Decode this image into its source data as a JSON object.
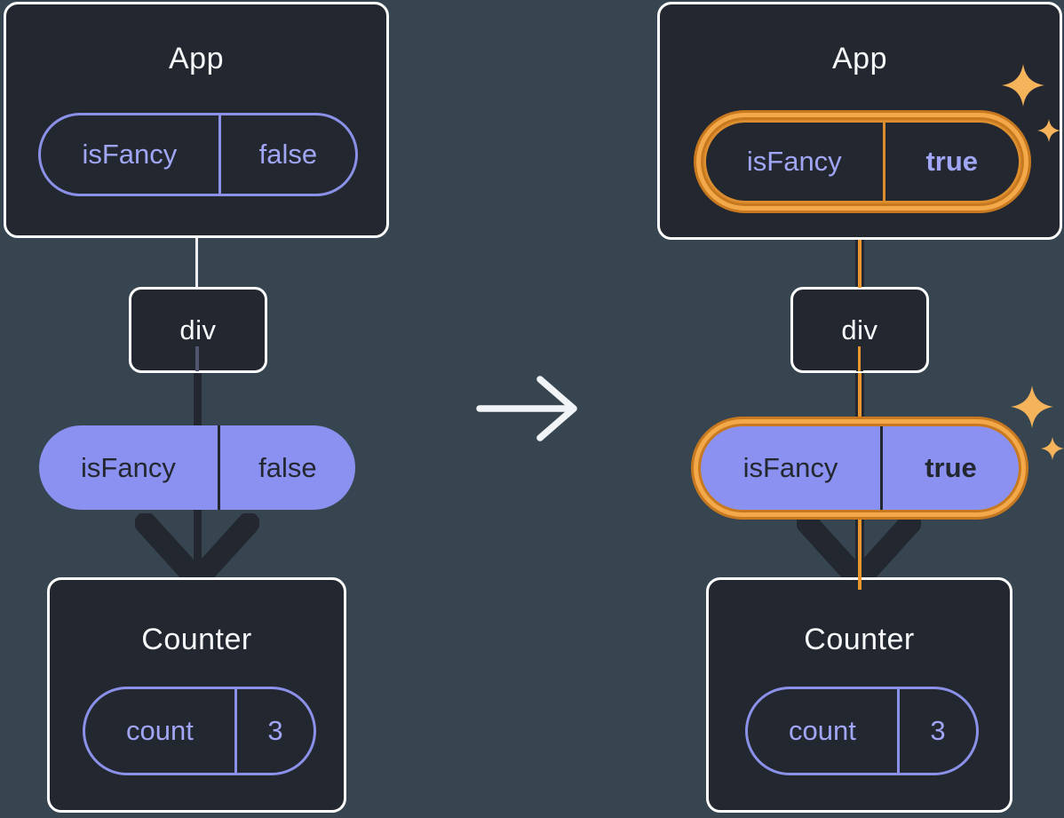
{
  "colors": {
    "background": "#36454F",
    "node_fill": "#23272F",
    "node_border": "#FFFFFF",
    "purple_outline": "#8B91E9",
    "purple_text": "#A0A6F5",
    "purple_fill": "#8B91F0",
    "dark_text": "#23272F",
    "highlight_orange": "#E8962E",
    "ring_amber": "#F3A94A",
    "ring_dark_orange": "#C8791F",
    "sparkle_orange": "#F5B45C",
    "white_arrow": "#F2F5F7"
  },
  "icons": {
    "transition": "arrow-right-icon",
    "highlight": "sparkle-icon",
    "flow": "arrowhead-down-icon"
  },
  "before_tree": {
    "app": {
      "title": "App",
      "state": {
        "label": "isFancy",
        "value": "false"
      }
    },
    "div": {
      "title": "div"
    },
    "prop": {
      "label": "isFancy",
      "value": "false"
    },
    "counter": {
      "title": "Counter",
      "state": {
        "label": "count",
        "value": "3"
      }
    }
  },
  "after_tree": {
    "app": {
      "title": "App",
      "state": {
        "label": "isFancy",
        "value": "true"
      }
    },
    "div": {
      "title": "div"
    },
    "prop": {
      "label": "isFancy",
      "value": "true"
    },
    "counter": {
      "title": "Counter",
      "state": {
        "label": "count",
        "value": "3"
      }
    }
  }
}
